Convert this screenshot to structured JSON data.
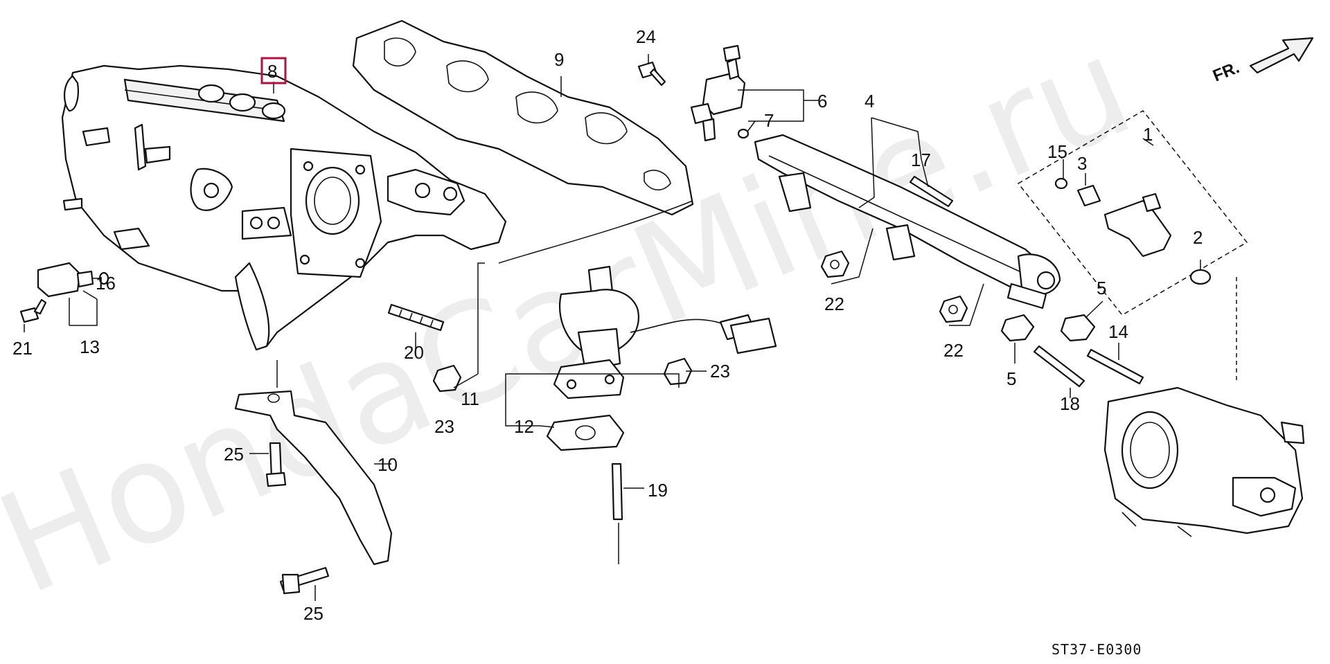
{
  "watermark": "HondaCarMine.ru",
  "diagram_code": "ST37-E0300",
  "front_indicator": "FR.",
  "highlighted_part": "8",
  "callouts": [
    {
      "id": "c1",
      "label": "1"
    },
    {
      "id": "c2",
      "label": "2"
    },
    {
      "id": "c3",
      "label": "3"
    },
    {
      "id": "c4",
      "label": "4"
    },
    {
      "id": "c5a",
      "label": "5"
    },
    {
      "id": "c5b",
      "label": "5"
    },
    {
      "id": "c6",
      "label": "6"
    },
    {
      "id": "c7",
      "label": "7"
    },
    {
      "id": "c8",
      "label": "8"
    },
    {
      "id": "c9",
      "label": "9"
    },
    {
      "id": "c10",
      "label": "10"
    },
    {
      "id": "c11",
      "label": "11"
    },
    {
      "id": "c12",
      "label": "12"
    },
    {
      "id": "c13",
      "label": "13"
    },
    {
      "id": "c14",
      "label": "14"
    },
    {
      "id": "c15",
      "label": "15"
    },
    {
      "id": "c16",
      "label": "16"
    },
    {
      "id": "c17",
      "label": "17"
    },
    {
      "id": "c18",
      "label": "18"
    },
    {
      "id": "c19",
      "label": "19"
    },
    {
      "id": "c20",
      "label": "20"
    },
    {
      "id": "c21",
      "label": "21"
    },
    {
      "id": "c22a",
      "label": "22"
    },
    {
      "id": "c22b",
      "label": "22"
    },
    {
      "id": "c23a",
      "label": "23"
    },
    {
      "id": "c23b",
      "label": "23"
    },
    {
      "id": "c24",
      "label": "24"
    },
    {
      "id": "c25a",
      "label": "25"
    },
    {
      "id": "c25b",
      "label": "25"
    }
  ]
}
